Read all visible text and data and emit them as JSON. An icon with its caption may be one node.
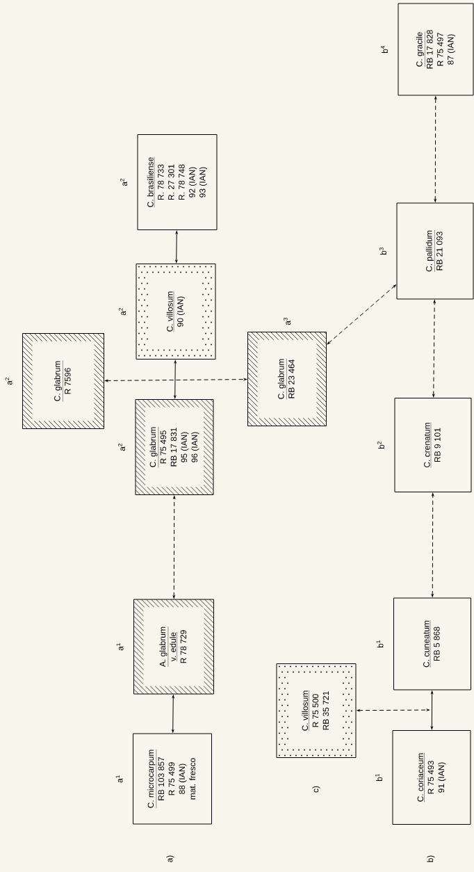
{
  "diagram": {
    "nodes": [
      {
        "text": [
          "C. microcarpum",
          "RB 103 857",
          "R 75 499",
          "88 (IAN)",
          "mat. fresco"
        ],
        "beside": [
          "a$^{1}$"
        ]
      },
      {
        "text": [
          "A. glabrum",
          "v. edule",
          "R 78 729"
        ],
        "beside": [
          "a$^{1}$"
        ]
      },
      {
        "text": [
          "C. glabrum",
          "R 75 495",
          "RB 17 831",
          "95 (IAN)",
          "96 (IAN)"
        ],
        "beside": [
          "a$^{2}$"
        ]
      },
      {
        "text": [
          "C. villosum",
          "90 (IAN)"
        ],
        "beside": [
          "a$^{2}$"
        ]
      },
      {
        "text": [
          "C. brasiliense",
          "R. 78 733",
          "R. 27 301",
          "R. 78 748",
          "92 (IAN)",
          "93 (IAN)"
        ],
        "beside": [
          "a$^{2}$"
        ]
      },
      {
        "text": [
          "C. glabrum",
          "R 7596"
        ],
        "beside": [
          "a$^{2}$"
        ]
      },
      {
        "text": [
          "C. glabrum",
          "RB 23 464"
        ],
        "beside": [
          "a$^{3}$"
        ]
      },
      {
        "text": [
          "C. villosum",
          "R 75 500",
          "RB 35 721"
        ]
      },
      {
        "text": [
          "C. coriaceum",
          "R 75 493",
          "91 (IAN)"
        ],
        "beside": [
          "b$^{1}$"
        ]
      },
      {
        "text": [
          "C. cuneatum",
          "RB 5 868"
        ],
        "beside": [
          "b$^{1}$"
        ]
      },
      {
        "text": [
          "C. crenatum",
          "RB 9 101"
        ],
        "beside": [
          "b$^{2}$"
        ]
      },
      {
        "text": [
          "C. pallidum",
          "RB 21 093"
        ],
        "beside": [
          "b$^{3}$"
        ]
      },
      {
        "text": [
          "C. gracile",
          "RB 17 828",
          "R 75 497",
          "87 (IAN)"
        ],
        "beside": [
          "b$^{4}$"
        ]
      }
    ],
    "edges": [
      {
        "from": 0,
        "to": 1,
        "arrow": "both"
      },
      {
        "from": 1,
        "to": 2,
        "arrow": "both",
        "style": "dashed"
      },
      {
        "from": 2,
        "to": 3,
        "arrow": "both"
      },
      {
        "from": 3,
        "to": 4,
        "arrow": "both"
      },
      {
        "from": 5,
        "to": 6,
        "arrow": "both",
        "style": "dashed"
      },
      {
        "from": 6,
        "to": 11,
        "arrow": "both",
        "style": "dashed"
      },
      {
        "from": 11,
        "to": 12,
        "arrow": "both",
        "style": "dashed"
      },
      {
        "from": 10,
        "to": 11,
        "arrow": "both",
        "style": "dashed"
      },
      {
        "from": 9,
        "to": 10,
        "arrow": "both",
        "style": "dashed"
      },
      {
        "from": 8,
        "to": 9,
        "arrow": "both"
      },
      {
        "from": 7,
        "to": null,
        "arrow": "both",
        "style": "dashed"
      }
    ],
    "labels": [
      "a)",
      "c)",
      "b)"
    ]
  }
}
